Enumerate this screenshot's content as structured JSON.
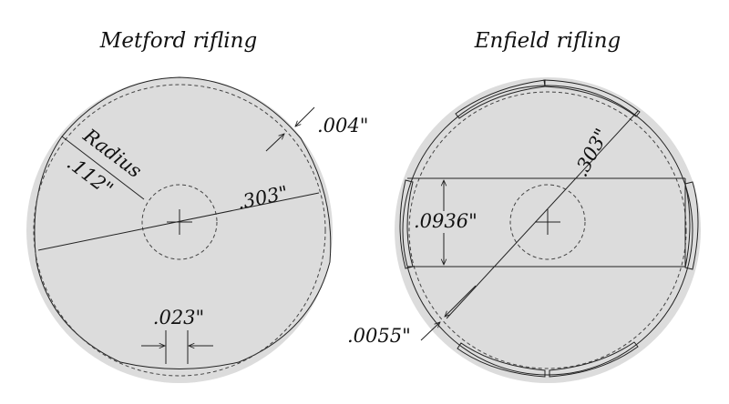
{
  "diagrams": [
    {
      "title": "Metford rifling",
      "labels": {
        "radius_word": "Radius",
        "radius_value": ".112\"",
        "diameter": ".303\"",
        "groove_depth": ".004\"",
        "land_width": ".023\""
      }
    },
    {
      "title": "Enfield rifling",
      "labels": {
        "diameter": ".303\"",
        "band_width": ".0936\"",
        "groove_depth": ".0055\""
      }
    }
  ],
  "colors": {
    "barrel_wall": "#dcdcdc",
    "line": "#222222",
    "background": "#ffffff"
  }
}
